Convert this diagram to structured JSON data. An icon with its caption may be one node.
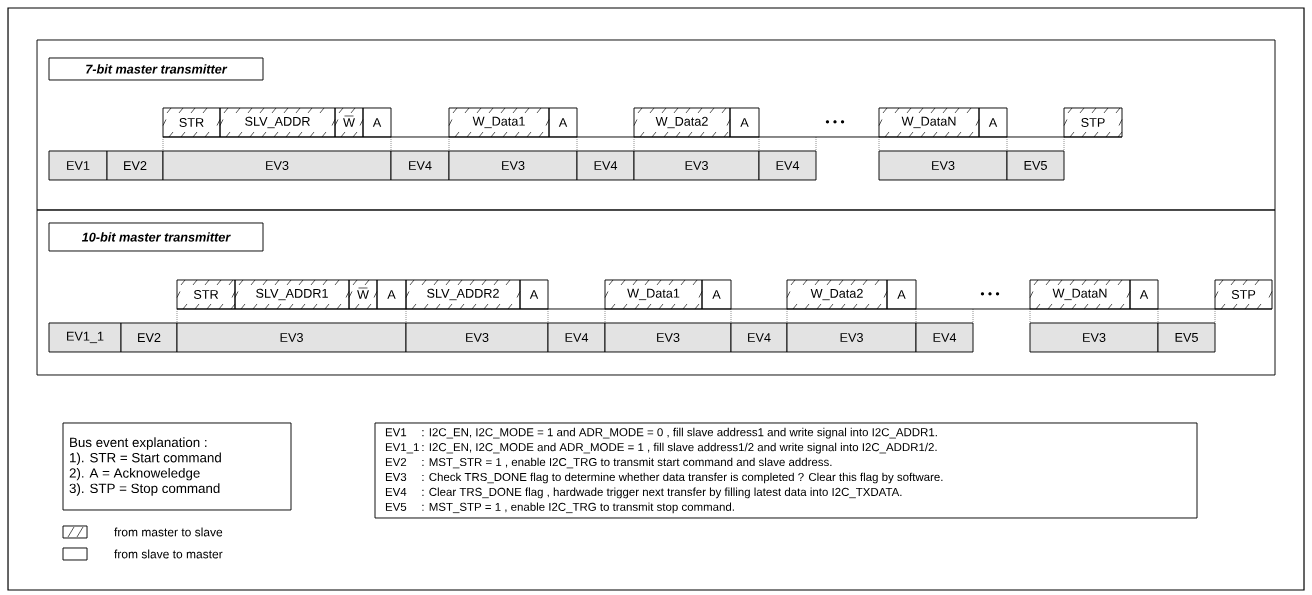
{
  "diagram": {
    "nodes": [
      {
        "text": [],
        "shape": "box"
      },
      {
        "text": [
          "7-bit master transmitter"
        ],
        "in": 0
      },
      {
        "text": [
          "STR"
        ],
        "in": 0
      },
      {
        "text": [
          "SLV_ADDR"
        ],
        "in": 0
      },
      {
        "text": [
          "W"
        ],
        "in": 0
      },
      {
        "text": [
          "A"
        ],
        "in": 0
      },
      {
        "text": [
          "W_Data1"
        ],
        "in": 0
      },
      {
        "text": [
          "A"
        ],
        "in": 0
      },
      {
        "text": [
          "W_Data2"
        ],
        "in": 0
      },
      {
        "text": [
          "A"
        ],
        "in": 0
      },
      {
        "text": [
          "W_DataN"
        ],
        "in": 0
      },
      {
        "text": [
          "A"
        ],
        "in": 0
      },
      {
        "text": [
          "STP"
        ],
        "in": 0
      },
      {
        "text": [
          "EV1"
        ],
        "in": 0
      },
      {
        "text": [
          "EV2"
        ],
        "in": 0
      },
      {
        "text": [
          "EV3"
        ],
        "in": 0
      },
      {
        "text": [
          "EV4"
        ],
        "in": 0
      },
      {
        "text": [
          "EV3"
        ],
        "in": 0
      },
      {
        "text": [
          "EV4"
        ],
        "in": 0
      },
      {
        "text": [
          "EV3"
        ],
        "in": 0
      },
      {
        "text": [
          "EV4"
        ],
        "in": 0
      },
      {
        "text": [
          "EV3"
        ],
        "in": 0
      },
      {
        "text": [
          "EV5"
        ],
        "in": 0
      },
      {
        "text": [],
        "shape": "box"
      },
      {
        "text": [
          "10-bit master transmitter"
        ],
        "in": 23
      },
      {
        "text": [
          "STR"
        ],
        "in": 23
      },
      {
        "text": [
          "SLV_ADDR1"
        ],
        "in": 23
      },
      {
        "text": [
          "W"
        ],
        "in": 23
      },
      {
        "text": [
          "A"
        ],
        "in": 23
      },
      {
        "text": [
          "SLV_ADDR2"
        ],
        "in": 23
      },
      {
        "text": [
          "A"
        ],
        "in": 23
      },
      {
        "text": [
          "W_Data1"
        ],
        "in": 23
      },
      {
        "text": [
          "A"
        ],
        "in": 23
      },
      {
        "text": [
          "W_Data2"
        ],
        "in": 23
      },
      {
        "text": [
          "A"
        ],
        "in": 23
      },
      {
        "text": [
          "W_DataN"
        ],
        "in": 23
      },
      {
        "text": [
          "A"
        ],
        "in": 23
      },
      {
        "text": [
          "STP"
        ],
        "in": 23
      },
      {
        "text": [
          "EV1_1"
        ],
        "in": 23
      },
      {
        "text": [
          "EV2"
        ],
        "in": 23
      },
      {
        "text": [
          "EV3"
        ],
        "in": 23
      },
      {
        "text": [
          "EV3"
        ],
        "in": 23
      },
      {
        "text": [
          "EV4"
        ],
        "in": 23
      },
      {
        "text": [
          "EV3"
        ],
        "in": 23
      },
      {
        "text": [
          "EV4"
        ],
        "in": 23
      },
      {
        "text": [
          "EV3"
        ],
        "in": 23
      },
      {
        "text": [
          "EV4"
        ],
        "in": 23
      },
      {
        "text": [
          "EV3"
        ],
        "in": 23
      },
      {
        "text": [
          "EV5"
        ],
        "in": 23
      },
      {
        "text": [
          "Bus event explanation :",
          "1). STR = Start command",
          "2). A      = Acknoweledge",
          "3). STP = Stop command"
        ]
      },
      {
        "text": [
          "EV1",
          ": I2C_EN, I2C_MODE = 1 and ADR_MODE = 0 , fill slave address1 and write signal into I2C_ADDR1.",
          "EV1_1",
          ": I2C_EN, I2C_MODE and ADR_MODE = 1 , fill slave address1/2 and write signal into I2C_ADDR1/2.",
          "EV2",
          ": MST_STR = 1 , enable I2C_TRG to transmit start command and slave address.",
          "EV3",
          ": Check TRS_DONE flag to determine whether data transfer is completed ? Clear this flag by software.",
          "EV4",
          ": Clear TRS_DONE flag , hardwade trigger next transfer by filling latest data into I2C_TXDATA.",
          "EV5",
          ": MST_STP = 1 , enable I2C_TRG to transmit stop command."
        ]
      }
    ],
    "labels": [
      "• • •",
      "• • •"
    ],
    "legend": [
      {
        "text": "from master to slave"
      },
      {
        "text": "from slave to master"
      }
    ]
  }
}
